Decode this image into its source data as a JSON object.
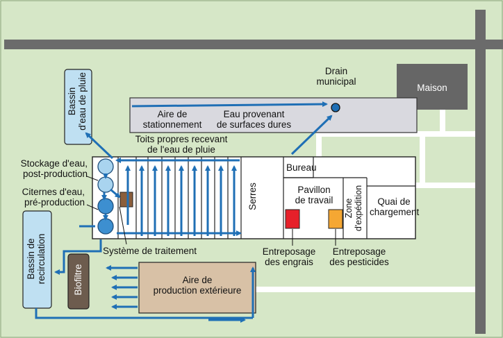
{
  "diagram": {
    "colors": {
      "background": "#d6e7c7",
      "road": "#6b6b6b",
      "path": "#ffffff",
      "arrow": "#1f6fb5",
      "water_basin": "#bfe0f2",
      "parking": "#d9d9df",
      "house": "#666666",
      "biofiltre": "#6d5c4e",
      "outdoor_production": "#d8c1a6",
      "engrais": "#e6202a",
      "pesticides": "#f5a733",
      "treatment": "#8b5e3c"
    },
    "labels": {
      "drain": "Drain municipal",
      "maison": "Maison",
      "bassin_pluie": "Bassin d'eau de pluie",
      "aire_stationnement": "Aire de stationnement",
      "eau_surfaces": "Eau provenant de surfaces dures",
      "toits": "Toits propres recevant de l'eau de pluie",
      "stockage": "Stockage d'eau, post-production",
      "citernes": "Citernes d'eau, pré-production",
      "serres": "Serres",
      "bureau": "Bureau",
      "pavillon": "Pavillon de travail",
      "zone_expedition": "Zone d'expédition",
      "quai": "Quai de chargement",
      "systeme_traitement": "Système de traitement",
      "entreposage_engrais": "Entreposage des engrais",
      "entreposage_pesticides": "Entreposage des pesticides",
      "bassin_recirculation": "Bassin de recirculation",
      "biofiltre": "Biofiltre",
      "aire_production": "Aire de production extérieure"
    }
  }
}
